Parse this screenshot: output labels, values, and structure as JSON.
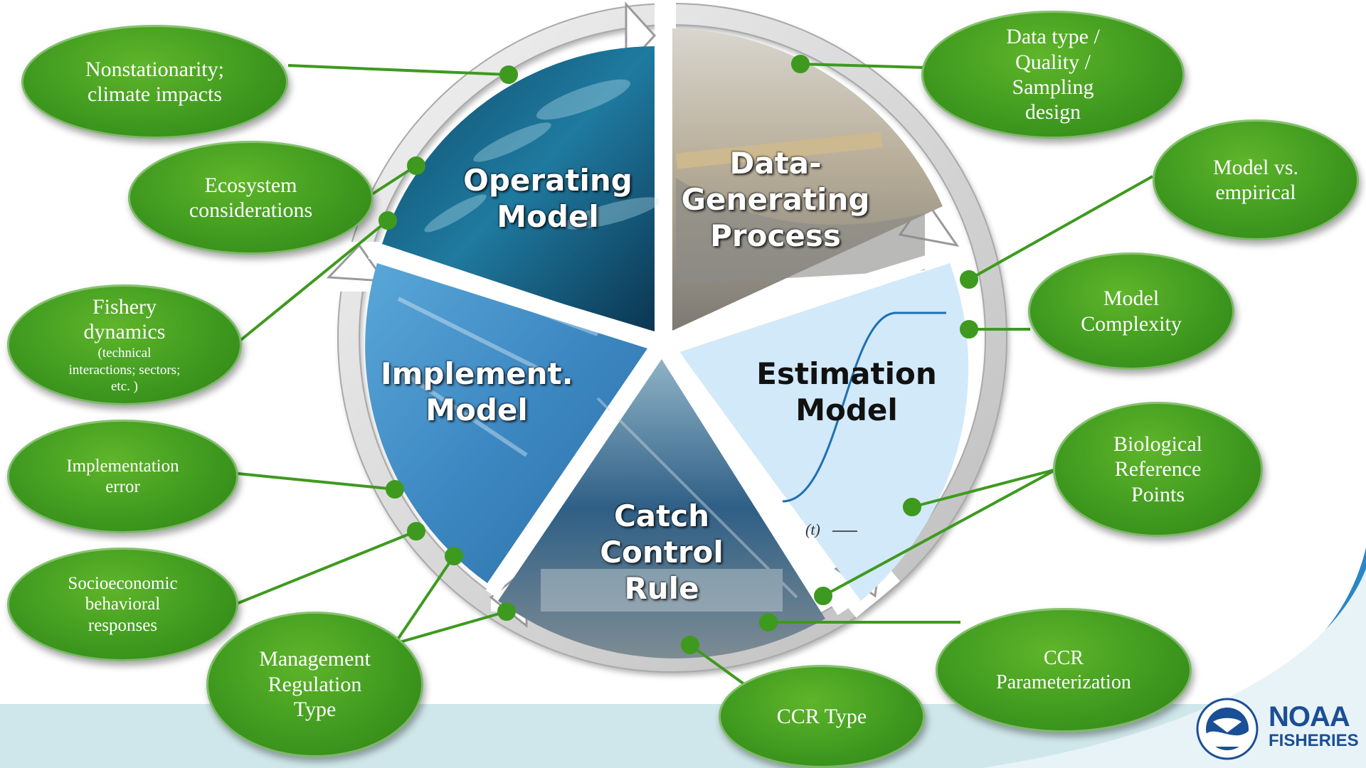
{
  "segments": [
    {
      "id": "operating-model",
      "lines": [
        "Operating",
        "Model"
      ]
    },
    {
      "id": "data-generating-process",
      "lines": [
        "Data-",
        "Generating",
        "Process"
      ]
    },
    {
      "id": "estimation-model",
      "lines": [
        "Estimation",
        "Model"
      ]
    },
    {
      "id": "catch-control-rule",
      "lines": [
        "Catch",
        "Control",
        "Rule"
      ]
    },
    {
      "id": "implement-model",
      "lines": [
        "Implement.",
        "Model"
      ]
    }
  ],
  "bubbles": [
    {
      "id": "nonstationarity",
      "lines": [
        "Nonstationarity;",
        "climate impacts"
      ]
    },
    {
      "id": "ecosystem",
      "lines": [
        "Ecosystem",
        "considerations"
      ]
    },
    {
      "id": "fishery-dynamics",
      "lines": [
        "Fishery",
        "dynamics"
      ],
      "detail": [
        "(technical",
        "interactions; sectors;",
        "etc. )"
      ]
    },
    {
      "id": "implementation-error",
      "lines": [
        "Implementation",
        "error"
      ]
    },
    {
      "id": "socioeconomic",
      "lines": [
        "Socioeconomic",
        "behavioral",
        "responses"
      ]
    },
    {
      "id": "management-regulation",
      "lines": [
        "Management",
        "Regulation",
        "Type"
      ]
    },
    {
      "id": "ccr-type",
      "lines": [
        "CCR Type"
      ]
    },
    {
      "id": "ccr-parameterization",
      "lines": [
        "CCR",
        "Parameterization"
      ]
    },
    {
      "id": "biological-reference-points",
      "lines": [
        "Biological",
        "Reference",
        "Points"
      ]
    },
    {
      "id": "model-complexity",
      "lines": [
        "Model",
        "Complexity"
      ]
    },
    {
      "id": "model-vs-empirical",
      "lines": [
        "Model vs.",
        "empirical"
      ]
    },
    {
      "id": "data-type",
      "lines": [
        "Data type /",
        "Quality /",
        "Sampling",
        "design"
      ]
    }
  ],
  "chart_fragment": {
    "axis_label": "(t)"
  },
  "logo": {
    "name": "NOAA",
    "sub": "FISHERIES"
  },
  "colors": {
    "bubble": "#3f9a1f",
    "connector": "#3e9a1e",
    "ring": "#c9c9c9",
    "brand": "#1b4f95"
  }
}
